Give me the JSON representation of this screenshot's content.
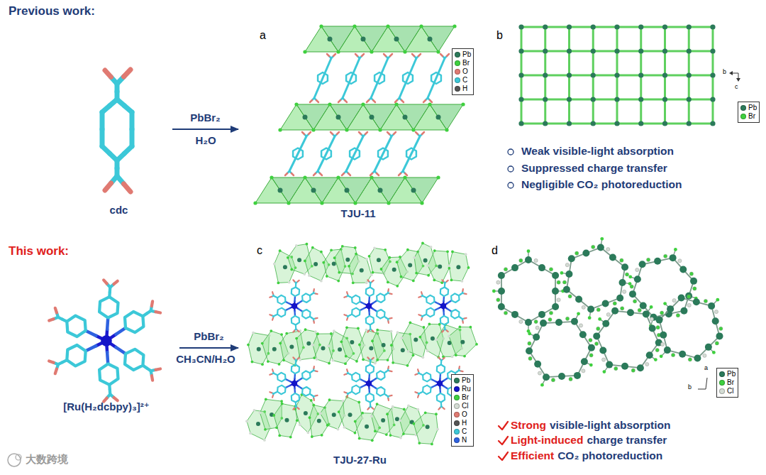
{
  "diagram": {
    "nodes": [
      {
        "text": [
          "cdc"
        ]
      },
      {
        "text": [
          "TJU-11"
        ]
      },
      {
        "text": [
          "[Ru(H₂dcbpy)₃]²⁺"
        ]
      },
      {
        "text": [
          "TJU-27-Ru"
        ]
      }
    ],
    "edges": [
      {
        "from": 0,
        "to": 1,
        "label": "PbBr₂",
        "arrow": "to"
      },
      {
        "from": 2,
        "to": 3,
        "label": "PbBr₂",
        "arrow": "to"
      }
    ],
    "labels": [
      "Previous work:",
      "H₂O",
      "a",
      "b",
      "b",
      "c",
      "Weak visible-light absorption",
      "Suppressed charge transfer",
      "Negligible CO₂ photoreduction",
      "This work:",
      "CH₃CN/H₂O",
      "c",
      "d",
      "a",
      "b",
      "Strong",
      "visible-light absorption",
      "Light-induced",
      "charge transfer",
      "Efficient",
      "CO₂ photoreduction",
      "大数跨境"
    ],
    "legend": [
      {
        "text": "Pb",
        "color": "#2b7a5a"
      },
      {
        "text": "Br",
        "color": "#3fd03f"
      },
      {
        "text": "O",
        "color": "#e07a72"
      },
      {
        "text": "C",
        "color": "#3cc8d8"
      },
      {
        "text": "H",
        "color": "#555555"
      },
      {
        "text": "Pb",
        "color": "#2b7a5a"
      },
      {
        "text": "Br",
        "color": "#3fd03f"
      },
      {
        "text": "Pb",
        "color": "#2b7a5a"
      },
      {
        "text": "Ru",
        "color": "#1414c8"
      },
      {
        "text": "Br",
        "color": "#3fd03f"
      },
      {
        "text": "Cl",
        "color": "#d4dcd4"
      },
      {
        "text": "O",
        "color": "#e07a72"
      },
      {
        "text": "H",
        "color": "#555555"
      },
      {
        "text": "C",
        "color": "#3cc8d8"
      },
      {
        "text": "N",
        "color": "#2f62e0"
      },
      {
        "text": "Pb",
        "color": "#2b7a5a"
      },
      {
        "text": "Br",
        "color": "#3fd03f"
      },
      {
        "text": "Cl",
        "color": "#d4dcd4"
      }
    ]
  }
}
